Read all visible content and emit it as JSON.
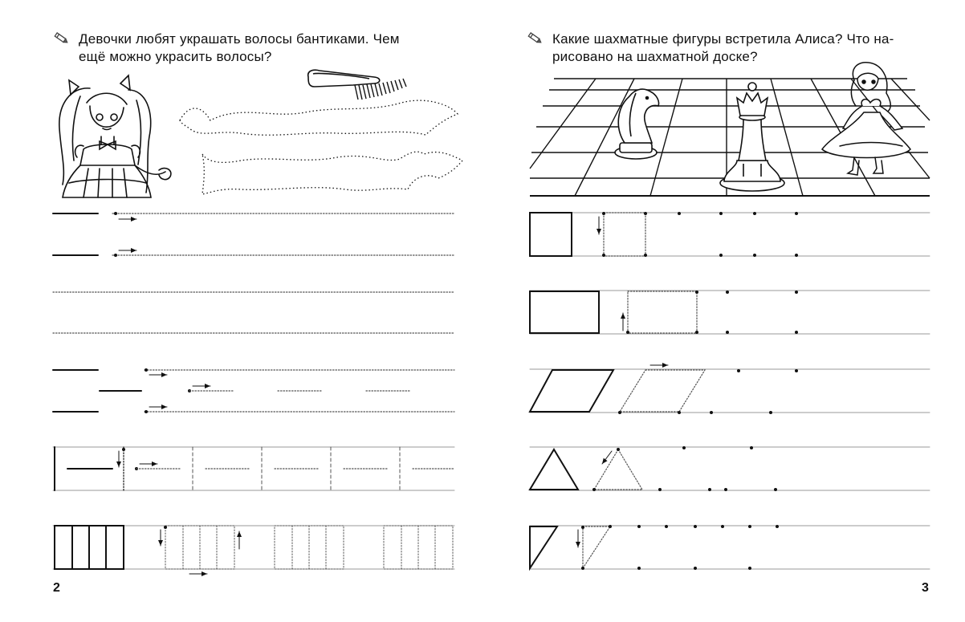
{
  "left_page": {
    "task_line1": "Девочки любят украшать волосы бантиками. Чем",
    "task_line2": "ещё можно украсить волосы?",
    "page_number": "2"
  },
  "right_page": {
    "task_line1": "Какие шахматные фигуры встретила Алиса? Что на-",
    "task_line2": "рисовано на шахматной доске?",
    "page_number": "3"
  },
  "icons": {
    "task_marker": "pencil-icon"
  },
  "colors": {
    "ink": "#111111",
    "guide_line": "#b8b8b8"
  }
}
